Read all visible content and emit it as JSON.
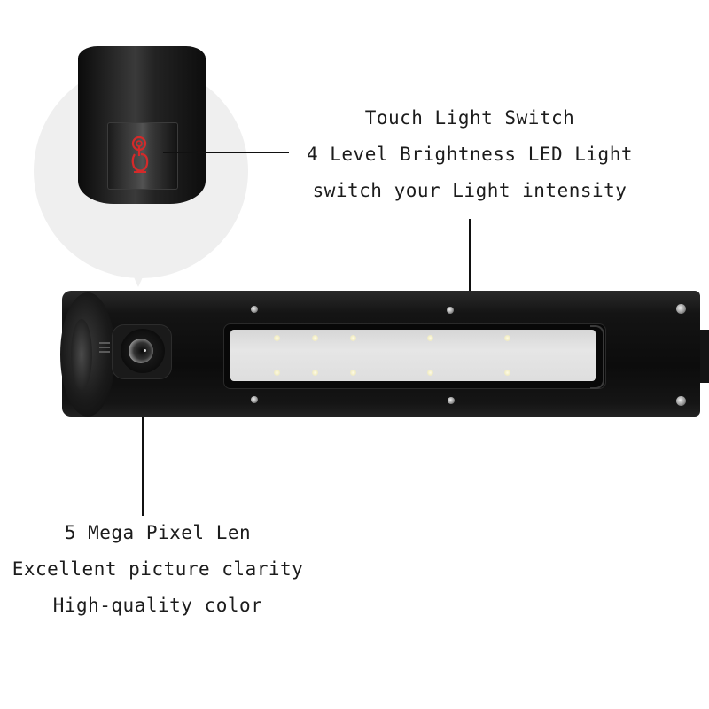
{
  "callouts": {
    "touch_switch": {
      "lines": [
        "Touch Light Switch",
        "4 Level Brightness LED Light",
        "switch your Light intensity"
      ]
    },
    "camera": {
      "lines": [
        "5 Mega Pixel Len",
        "Excellent picture clarity",
        "High-quality color"
      ]
    }
  },
  "product": {
    "leds_top_row": 5,
    "leds_bottom_row": 5,
    "touch_icon_color": "#d42a2a",
    "body_color": "#111111",
    "led_panel_color": "#e0e0e0",
    "bubble_color": "#efefef"
  }
}
